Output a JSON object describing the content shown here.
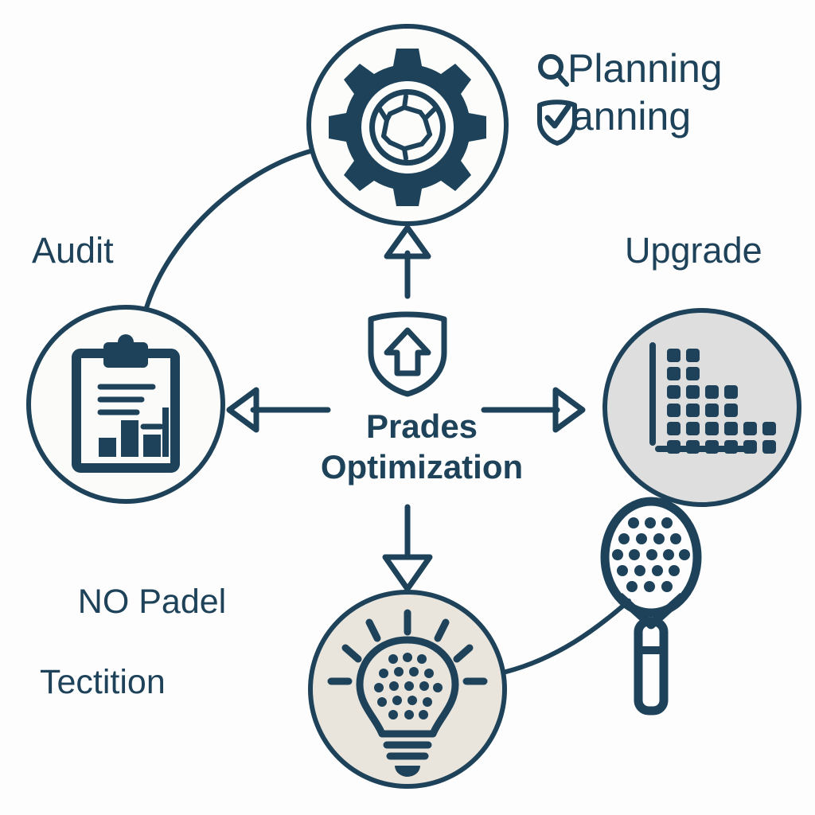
{
  "diagram": {
    "title": "Prades\nOptimization",
    "background_color": "#fdfdfd",
    "accent_color": "#1d4259",
    "nodes": [
      {
        "id": "planning",
        "label": "Planning",
        "icon": "gear-icon",
        "position": "top",
        "circle_fill": "#fcfcfb",
        "circle_stroke": "#1d4259"
      },
      {
        "id": "audit",
        "label": "Audit",
        "icon": "clipboard-chart-icon",
        "position": "left",
        "circle_fill": "#fbfbf9",
        "circle_stroke": "#1d4259"
      },
      {
        "id": "upgrade",
        "label": "Upgrade",
        "icon": "dot-matrix-chart-icon",
        "position": "right",
        "circle_fill": "#dedede",
        "circle_stroke": "#1d4259"
      },
      {
        "id": "idea",
        "label": "",
        "icon": "lightbulb-icon",
        "position": "bottom",
        "circle_fill": "#eae5dc",
        "circle_stroke": "#1d4259"
      }
    ],
    "side_labels": [
      {
        "id": "planning-primary",
        "text": "Planning",
        "icon": "magnifier-icon"
      },
      {
        "id": "planning-secondary",
        "text": "anning",
        "icon": "shield-check-icon"
      }
    ],
    "corner_label": {
      "line1": "NO Padel",
      "line2": "Tectition"
    },
    "decorations": [
      {
        "id": "shield-upload-badge",
        "icon": "shield-arrow-up-icon"
      },
      {
        "id": "padel-racket",
        "icon": "padel-racket-icon"
      }
    ],
    "arrows": [
      {
        "id": "arrow-up-to-planning",
        "direction": "up"
      },
      {
        "id": "arrow-left-to-audit",
        "direction": "left"
      },
      {
        "id": "arrow-right-to-upgrade",
        "direction": "right"
      },
      {
        "id": "arrow-down-to-idea",
        "direction": "down"
      }
    ],
    "connectors": [
      {
        "id": "connector-audit-planning"
      },
      {
        "id": "connector-idea-racket"
      }
    ]
  }
}
